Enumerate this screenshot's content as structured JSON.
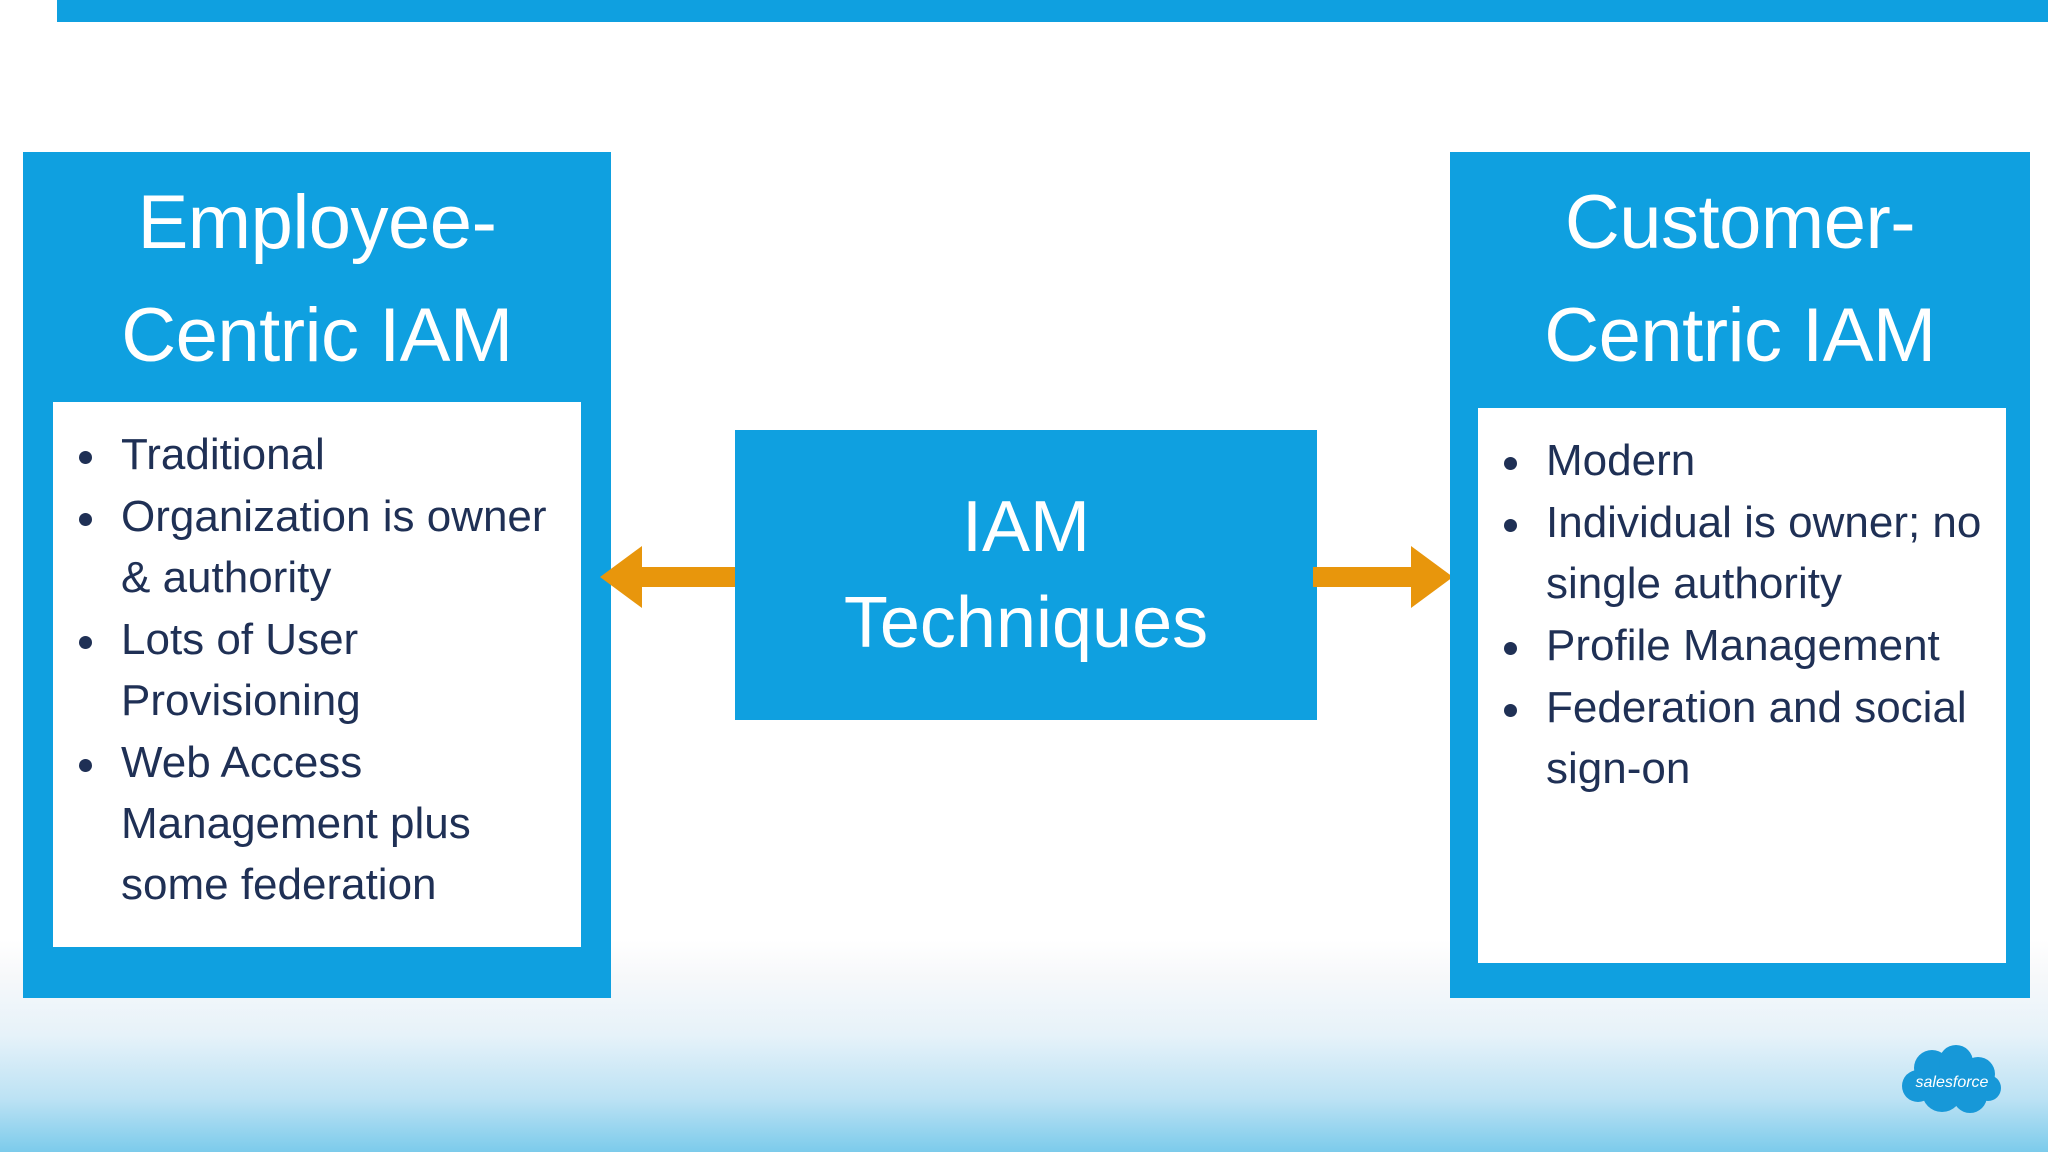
{
  "slide": {
    "background_color": "#ffffff",
    "accent_color": "#0FA0E0",
    "arrow_color": "#E8960C",
    "text_color": "#1F3055",
    "gradient_bottom_color": "#7ccbeb"
  },
  "top_bar": {
    "name": "top-accent-bar",
    "color": "#0FA0E0"
  },
  "left_panel": {
    "title": "Employee-\nCentric IAM",
    "bullets": [
      "Traditional",
      "Organization is owner & authority",
      "Lots of User Provisioning",
      "Web Access Management plus some federation"
    ]
  },
  "center": {
    "label": "IAM\nTechniques"
  },
  "right_panel": {
    "title": "Customer-\nCentric IAM",
    "bullets": [
      "Modern",
      "Individual is owner; no single authority",
      "Profile Management",
      "Federation and social sign-on"
    ]
  },
  "arrows": {
    "left": "arrow-left-icon",
    "right": "arrow-right-icon"
  },
  "logo": {
    "name": "salesforce-logo",
    "wordmark": "salesforce",
    "color": "#1798D8"
  }
}
